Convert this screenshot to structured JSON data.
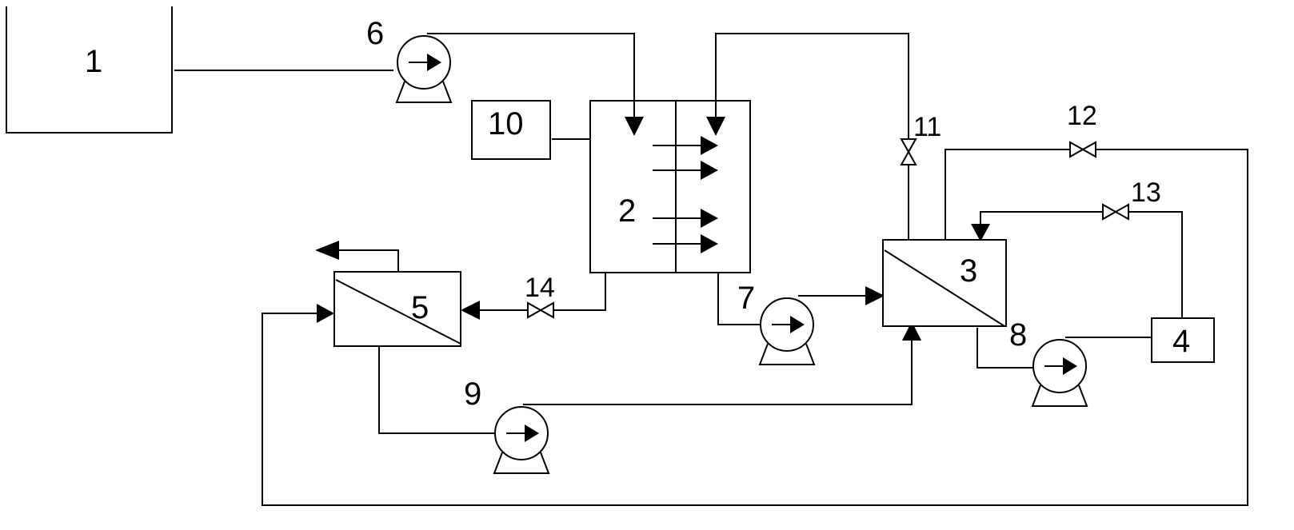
{
  "labels": {
    "unit1": "1",
    "unit2": "2",
    "unit3": "3",
    "unit4": "4",
    "unit5": "5",
    "pump6": "6",
    "pump7": "7",
    "pump8": "8",
    "pump9": "9",
    "unit10": "10",
    "valve11": "11",
    "valve12": "12",
    "valve13": "13",
    "valve14": "14"
  },
  "colors": {
    "stroke": "#000000",
    "background": "#ffffff"
  }
}
